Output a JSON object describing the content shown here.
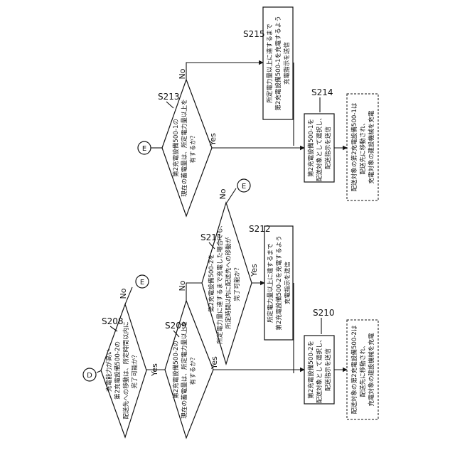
{
  "connectors": {
    "d": "D",
    "e_from_s208": "E",
    "e_from_s211": "E",
    "e_start_s213": "E"
  },
  "steps": {
    "s208": {
      "label": "S208",
      "lines": [
        "充電能力が高い",
        "第2充電設備500-2の",
        "配送先への移動は、所定時間以内に",
        "完了可能か？"
      ]
    },
    "s209": {
      "label": "S209",
      "lines": [
        "第2充電設備500-2の",
        "現在の蓄電量は、所定電力量以上を",
        "有するか？"
      ]
    },
    "s211": {
      "label": "S211",
      "lines": [
        "第2充電設備500-2を",
        "所定電力量に達するまで充電した場合でも、",
        "所定時間以内に配送先への移動が",
        "完了可能か？"
      ]
    },
    "s212": {
      "label": "S212",
      "lines": [
        "所定電力量以上に達するまで",
        "第2充電設備500-2を充電するよう",
        "充電指示を送信"
      ]
    },
    "s210": {
      "label": "S210",
      "lines": [
        "第2充電設備500-2を",
        "配送対象として選択し、",
        "配送指示を送信"
      ]
    },
    "s213": {
      "label": "S213",
      "lines": [
        "第2充電設備500-1の",
        "現在の蓄電量は、所定電力量以上を",
        "有するか？"
      ]
    },
    "s215": {
      "label": "S215",
      "lines": [
        "所定電力量以上に達するまで",
        "第2充電設備500-1を充電するよう",
        "充電指示を送信"
      ]
    },
    "s214": {
      "label": "S214",
      "lines": [
        "第2充電設備500-1を",
        "配送対象として選択し、",
        "配送指示を送信"
      ]
    },
    "note_500_2": {
      "lines": [
        "配送対象の第2充電設備500-2は",
        "配送先に移動され、",
        "充電対象の建設機械を充電"
      ]
    },
    "note_500_1": {
      "lines": [
        "配送対象の第2充電設備500-1は",
        "配送先に移動され、",
        "充電対象の建設機械を充電"
      ]
    }
  },
  "branches": {
    "s208_yes": "Yes",
    "s208_no": "No",
    "s209_yes": "Yes",
    "s209_no": "No",
    "s211_yes": "Yes",
    "s211_no": "No",
    "s213_yes": "Yes",
    "s213_no": "No"
  }
}
